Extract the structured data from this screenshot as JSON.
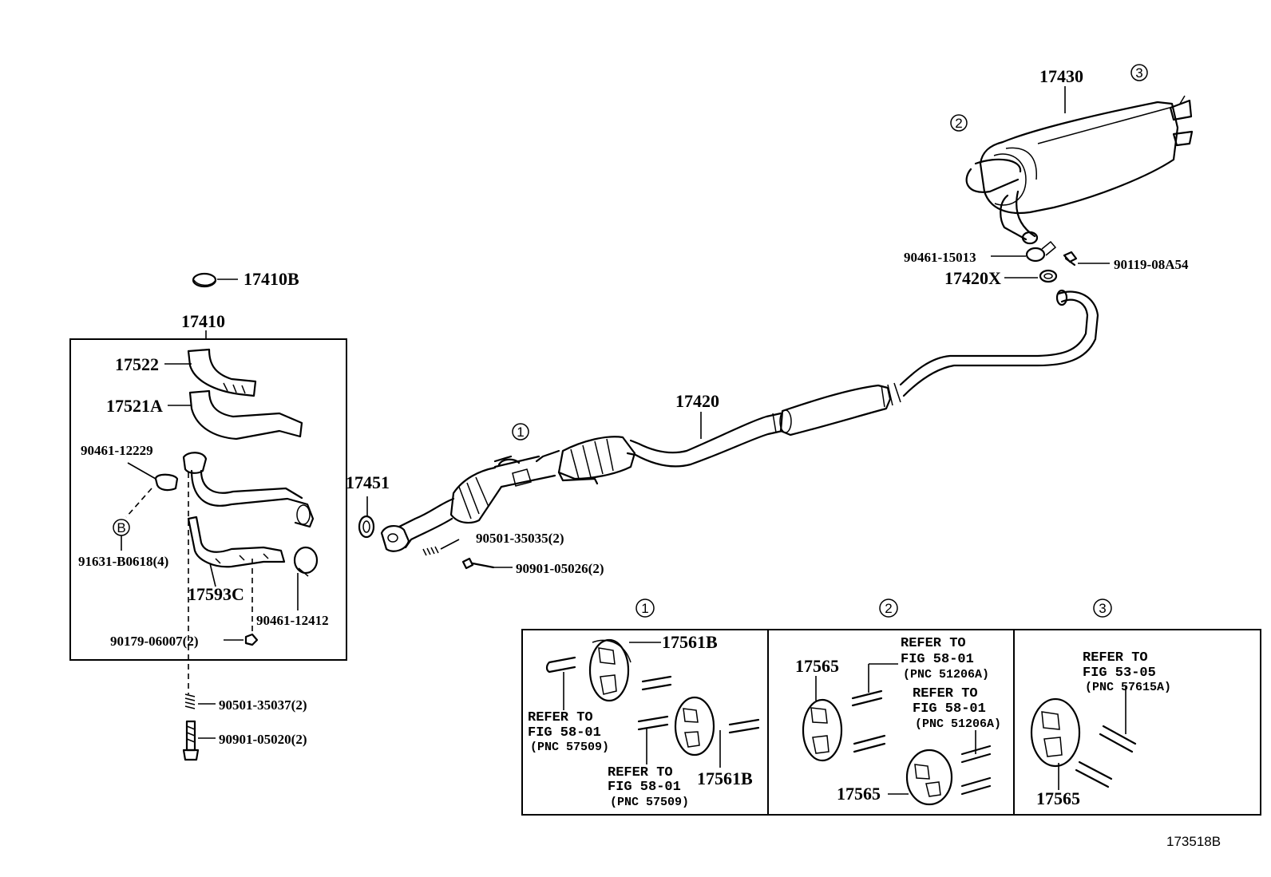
{
  "diagram": {
    "code": "173518B",
    "labels": {
      "p17430": "17430",
      "p17410B": "17410B",
      "p17410": "17410",
      "p17522": "17522",
      "p17521A": "17521A",
      "p90461_12229": "90461-12229",
      "pB": "B",
      "p91631": "91631-B0618(4)",
      "p17593C": "17593C",
      "p90461_12412": "90461-12412",
      "p90179": "90179-06007(2)",
      "p90501_35037": "90501-35037(2)",
      "p90901_05020": "90901-05020(2)",
      "p17451": "17451",
      "p90501_35035": "90501-35035(2)",
      "p90901_05026": "90901-05026(2)",
      "p17420": "17420",
      "p90461_15013": "90461-15013",
      "p17420X": "17420X",
      "p90119": "90119-08A54"
    },
    "circled": {
      "c1": "1",
      "c2": "2",
      "c3": "3"
    },
    "details": {
      "d1": {
        "num": "1",
        "p17561B_top": "17561B",
        "p17561B_bottom": "17561B",
        "refA_line1": "REFER TO",
        "refA_line2": "FIG 58-01",
        "refA_line3": "(PNC 57509)",
        "refB_line1": "REFER TO",
        "refB_line2": "FIG 58-01",
        "refB_line3": "(PNC 57509)"
      },
      "d2": {
        "num": "2",
        "p17565_top": "17565",
        "p17565_bottom": "17565",
        "refA_line1": "REFER TO",
        "refA_line2": "FIG 58-01",
        "refA_line3": "(PNC 51206A)",
        "refB_line1": "REFER TO",
        "refB_line2": "FIG 58-01",
        "refB_line3": "(PNC 51206A)"
      },
      "d3": {
        "num": "3",
        "p17565": "17565",
        "ref_line1": "REFER TO",
        "ref_line2": "FIG 53-05",
        "ref_line3": "(PNC 57615A)"
      }
    }
  }
}
